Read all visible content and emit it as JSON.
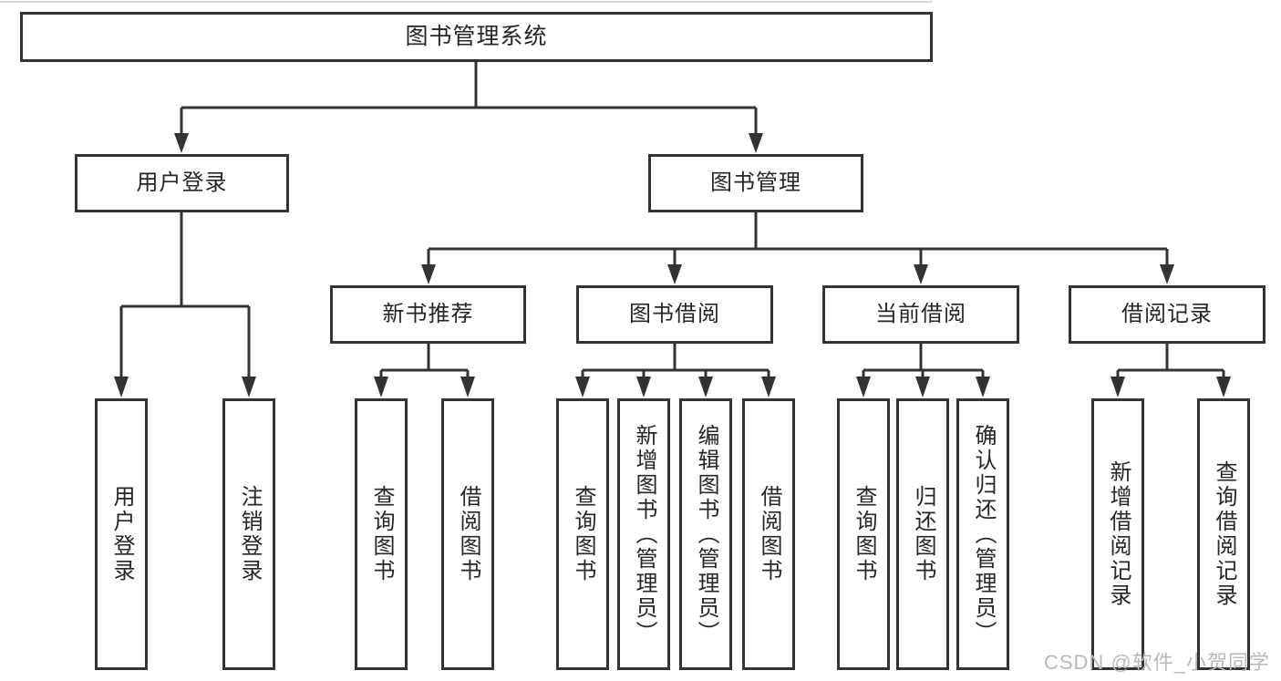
{
  "diagram": {
    "root": {
      "label": "图书管理系统"
    },
    "branches": [
      {
        "label": "用户登录",
        "children": [
          {
            "label": "用户登录"
          },
          {
            "label": "注销登录"
          }
        ]
      },
      {
        "label": "图书管理",
        "children": [
          {
            "label": "新书推荐",
            "children": [
              {
                "label": "查询图书"
              },
              {
                "label": "借阅图书"
              }
            ]
          },
          {
            "label": "图书借阅",
            "children": [
              {
                "label": "查询图书"
              },
              {
                "label": "新增图书（管理员）"
              },
              {
                "label": "编辑图书（管理员）"
              },
              {
                "label": "借阅图书"
              }
            ]
          },
          {
            "label": "当前借阅",
            "children": [
              {
                "label": "查询图书"
              },
              {
                "label": "归还图书"
              },
              {
                "label": "确认归还（管理员）"
              }
            ]
          },
          {
            "label": "借阅记录",
            "children": [
              {
                "label": "新增借阅记录"
              },
              {
                "label": "查询借阅记录"
              }
            ]
          }
        ]
      }
    ]
  },
  "watermark": {
    "text": "CSDN @软件_小贺同学"
  },
  "colors": {
    "line": "#333333",
    "text": "#262626",
    "background": "#ffffff",
    "watermark": "#b9b9b9"
  }
}
